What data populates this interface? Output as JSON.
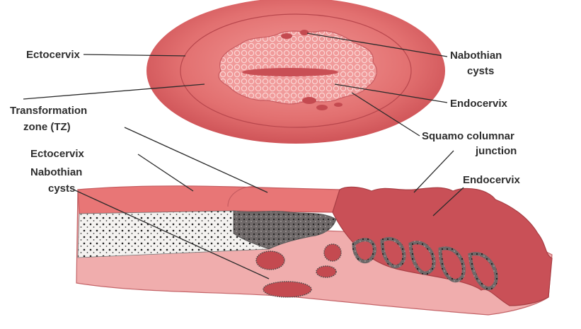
{
  "labels": {
    "ectocervix_top": "Ectocervix",
    "nabothian_top": [
      "Nabothian",
      "cysts"
    ],
    "endocervix_top": "Endocervix",
    "transformation_zone": [
      "Transformation",
      "zone (TZ)"
    ],
    "squamo_columnar": [
      "Squamo columnar",
      "junction"
    ],
    "ectocervix_bottom": "Ectocervix",
    "endocervix_bottom": "Endocervix",
    "nabothian_bottom": [
      "Nabothian",
      "cysts"
    ]
  },
  "colors": {
    "ectocervix": "#e06d6d",
    "endocervix": "#c94f55",
    "tissue_light": "#f0a9a9",
    "squamous": "#f3f1ef",
    "columnar_speckle": "#6f6a6a",
    "cyst": "#b84a50"
  }
}
